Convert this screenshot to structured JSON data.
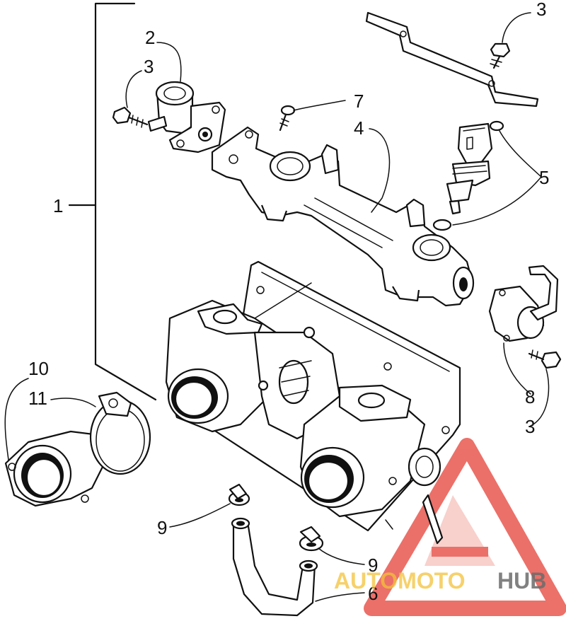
{
  "callouts": [
    {
      "id": "1",
      "label": "1"
    },
    {
      "id": "2",
      "label": "2"
    },
    {
      "id": "3a",
      "label": "3"
    },
    {
      "id": "3b",
      "label": "3"
    },
    {
      "id": "3c",
      "label": "3"
    },
    {
      "id": "4",
      "label": "4"
    },
    {
      "id": "5",
      "label": "5"
    },
    {
      "id": "6",
      "label": "6"
    },
    {
      "id": "7",
      "label": "7"
    },
    {
      "id": "8",
      "label": "8"
    },
    {
      "id": "9a",
      "label": "9"
    },
    {
      "id": "9b",
      "label": "9"
    },
    {
      "id": "10",
      "label": "10"
    },
    {
      "id": "11",
      "label": "11"
    }
  ],
  "watermark": {
    "part1": "AUTOMOTO",
    "part2": "HUB",
    "color_primary": "#e8584f",
    "color_secondary": "#f3c23a",
    "color_dark": "#6b6b6b"
  }
}
